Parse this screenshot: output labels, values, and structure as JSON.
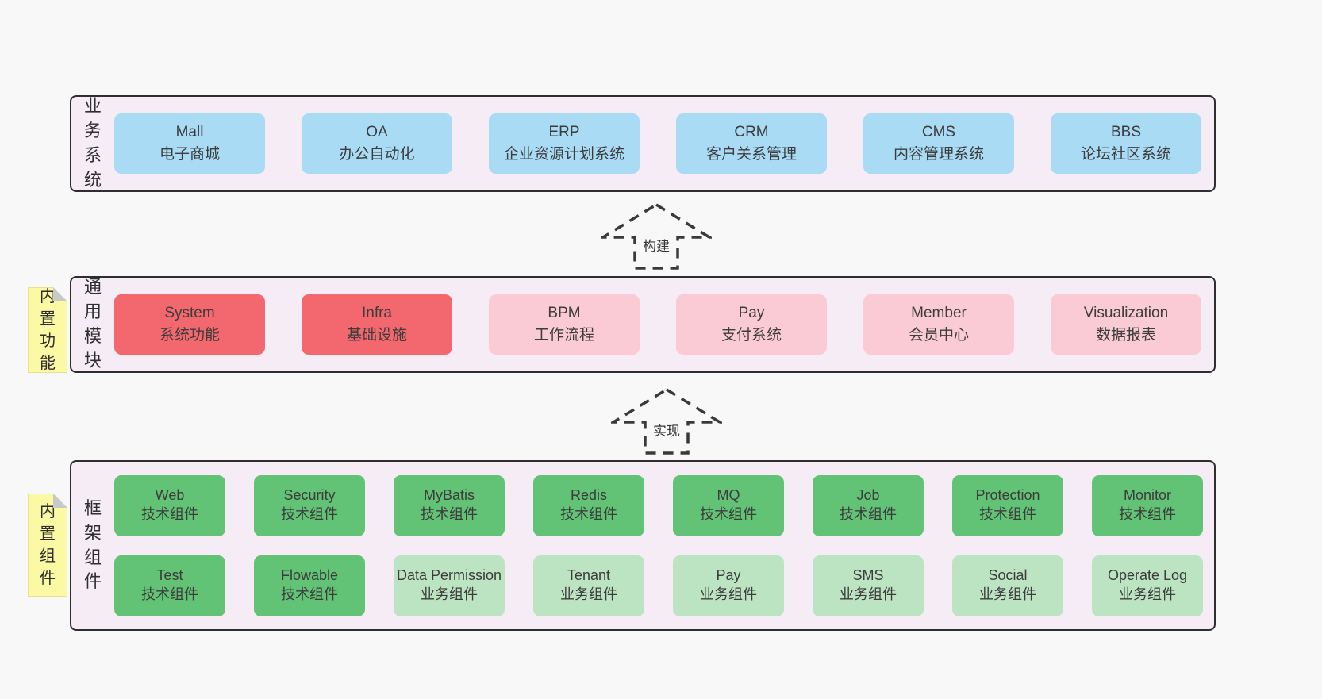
{
  "colors": {
    "page_bg": "#f8f8f8",
    "band_bg": "#f6ecf6",
    "band_border": "#2e2e2e",
    "blue_box": "#a9dbf5",
    "red_box": "#f3686e",
    "pink_box": "#fbcbd5",
    "green_box": "#62c275",
    "light_green_box": "#bce4c3",
    "sticky_yellow": "#fbf9a3",
    "sticky_fold": "#c9c9c9"
  },
  "arrows": [
    {
      "label": "构建"
    },
    {
      "label": "实现"
    }
  ],
  "bands": [
    {
      "label": "业\n务\n系\n统",
      "boxes": [
        {
          "title": "Mall",
          "subtitle": "电子商城"
        },
        {
          "title": "OA",
          "subtitle": "办公自动化"
        },
        {
          "title": "ERP",
          "subtitle": "企业资源计划系统"
        },
        {
          "title": "CRM",
          "subtitle": "客户关系管理"
        },
        {
          "title": "CMS",
          "subtitle": "内容管理系统"
        },
        {
          "title": "BBS",
          "subtitle": "论坛社区系统"
        }
      ]
    },
    {
      "label": "通\n用\n模\n块",
      "sticky": "内\n置\n功\n能",
      "boxes": [
        {
          "title": "System",
          "subtitle": "系统功能"
        },
        {
          "title": "Infra",
          "subtitle": "基础设施"
        },
        {
          "title": "BPM",
          "subtitle": "工作流程"
        },
        {
          "title": "Pay",
          "subtitle": "支付系统"
        },
        {
          "title": "Member",
          "subtitle": "会员中心"
        },
        {
          "title": "Visualization",
          "subtitle": "数据报表"
        }
      ]
    },
    {
      "label": "框\n架\n组\n件",
      "sticky": "内\n置\n组\n件",
      "rows": [
        [
          {
            "title": "Web",
            "subtitle": "技术组件"
          },
          {
            "title": "Security",
            "subtitle": "技术组件"
          },
          {
            "title": "MyBatis",
            "subtitle": "技术组件"
          },
          {
            "title": "Redis",
            "subtitle": "技术组件"
          },
          {
            "title": "MQ",
            "subtitle": "技术组件"
          },
          {
            "title": "Job",
            "subtitle": "技术组件"
          },
          {
            "title": "Protection",
            "subtitle": "技术组件"
          },
          {
            "title": "Monitor",
            "subtitle": "技术组件"
          }
        ],
        [
          {
            "title": "Test",
            "subtitle": "技术组件"
          },
          {
            "title": "Flowable",
            "subtitle": "技术组件"
          },
          {
            "title": "Data Permission",
            "subtitle": "业务组件"
          },
          {
            "title": "Tenant",
            "subtitle": "业务组件"
          },
          {
            "title": "Pay",
            "subtitle": "业务组件"
          },
          {
            "title": "SMS",
            "subtitle": "业务组件"
          },
          {
            "title": "Social",
            "subtitle": "业务组件"
          },
          {
            "title": "Operate Log",
            "subtitle": "业务组件"
          }
        ]
      ]
    }
  ]
}
